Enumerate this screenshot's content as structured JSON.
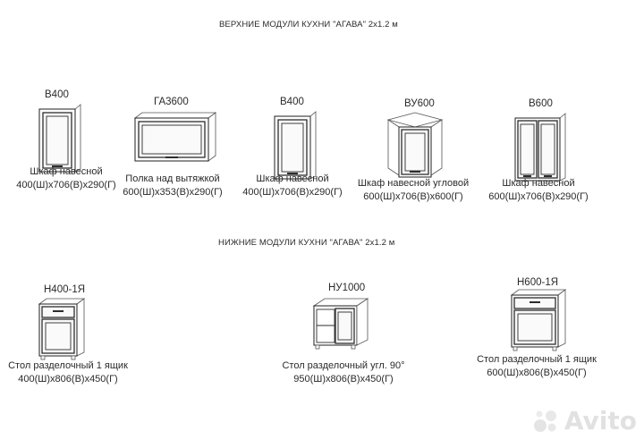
{
  "upper": {
    "heading": "ВЕРХНИЕ МОДУЛИ КУХНИ \"АГАВА\" 2х1.2 м",
    "items": [
      {
        "code": "В400",
        "name": "Шкаф навесной",
        "size": "400(Ш)х706(В)х290(Г)"
      },
      {
        "code": "ГА3600",
        "name": "Полка над вытяжкой",
        "size": "600(Ш)х353(В)х290(Г)"
      },
      {
        "code": "В400",
        "name": "Шкаф навесной",
        "size": "400(Ш)х706(В)х290(Г)"
      },
      {
        "code": "ВУ600",
        "name": "Шкаф навесной угловой",
        "size": "600(Ш)х706(В)х600(Г)"
      },
      {
        "code": "В600",
        "name": "Шкаф навесной",
        "size": "600(Ш)х706(В)х290(Г)"
      }
    ]
  },
  "lower": {
    "heading": "НИЖНИЕ МОДУЛИ КУХНИ \"АГАВА\" 2х1.2 м",
    "items": [
      {
        "code": "Н400-1Я",
        "name": "Стол разделочный 1 ящик",
        "size": "400(Ш)х806(В)х450(Г)"
      },
      {
        "code": "НУ1000",
        "name": "Стол разделочный угл. 90°",
        "size": "950(Ш)х806(В)х450(Г)"
      },
      {
        "code": "Н600-1Я",
        "name": "Стол разделочный 1 ящик",
        "size": "600(Ш)х806(В)х450(Г)"
      }
    ]
  },
  "watermark": {
    "text": "Avito",
    "icon": "avito-logo-icon",
    "color": "#c9c9c9"
  }
}
